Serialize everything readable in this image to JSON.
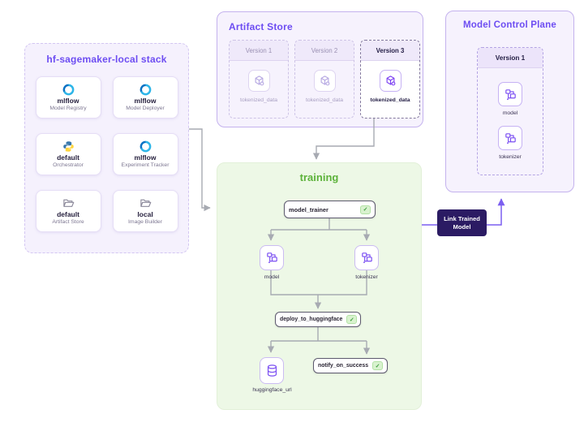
{
  "colors": {
    "accent_purple": "#6d4df2",
    "panel_lavender": "#f6f2fd",
    "training_bg_green": "#edf8e6",
    "training_title_green": "#5cb23a",
    "status_badge_green": "#3f9e3f",
    "link_badge_bg": "#2b1b63",
    "connector_grey": "#a7aab2",
    "connector_purple": "#7c5ff0"
  },
  "stack": {
    "title": "hf-sagemaker-local stack",
    "cards": [
      {
        "name": "mlflow",
        "role": "Model Registry",
        "icon": "mlflow-icon"
      },
      {
        "name": "mlflow",
        "role": "Model Deployer",
        "icon": "mlflow-icon"
      },
      {
        "name": "default",
        "role": "Orchestrator",
        "icon": "python-icon"
      },
      {
        "name": "mlflow",
        "role": "Experiment Tracker",
        "icon": "mlflow-icon"
      },
      {
        "name": "default",
        "role": "Artifact Store",
        "icon": "folder-icon"
      },
      {
        "name": "local",
        "role": "Image Builder",
        "icon": "folder-icon"
      }
    ]
  },
  "artifact_store": {
    "title": "Artifact Store",
    "versions": [
      {
        "label": "Version 1",
        "artifact": "tokenized_data",
        "active": false,
        "icon": "package-icon"
      },
      {
        "label": "Version 2",
        "artifact": "tokenized_data",
        "active": false,
        "icon": "package-icon"
      },
      {
        "label": "Version 3",
        "artifact": "tokenized_data",
        "active": true,
        "icon": "package-icon"
      }
    ]
  },
  "model_control_plane": {
    "title": "Model Control Plane",
    "version_label": "Version 1",
    "items": [
      {
        "label": "model",
        "icon": "flow-icon"
      },
      {
        "label": "tokenizer",
        "icon": "flow-icon"
      }
    ]
  },
  "training": {
    "title": "training",
    "status_glyph": "✓",
    "steps": {
      "model_trainer": {
        "label": "model_trainer"
      },
      "deploy": {
        "label": "deploy_to_huggingface"
      },
      "notify": {
        "label": "notify_on_success"
      }
    },
    "artifacts": {
      "model": {
        "label": "model",
        "icon": "flow-icon"
      },
      "tokenizer": {
        "label": "tokenizer",
        "icon": "flow-icon"
      },
      "huggingface_url": {
        "label": "huggingface_url",
        "icon": "database-icon"
      }
    }
  },
  "link_badge": {
    "label": "Link Trained Model"
  }
}
